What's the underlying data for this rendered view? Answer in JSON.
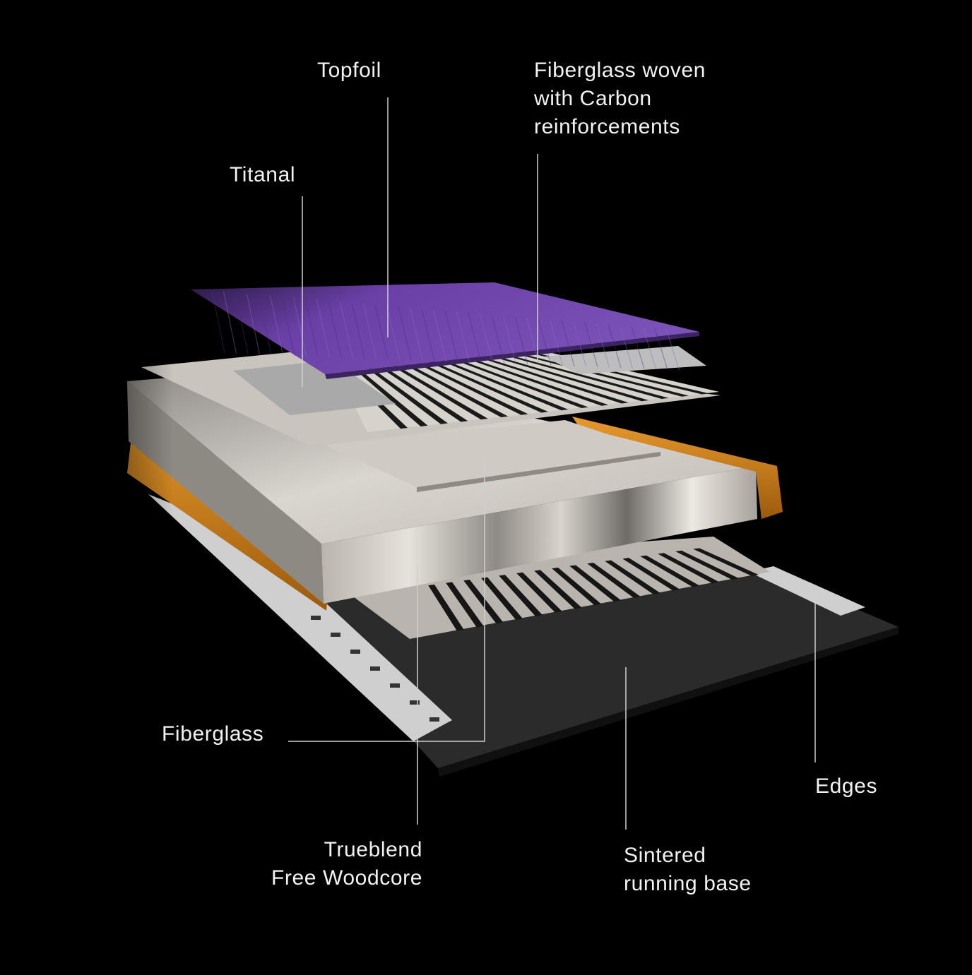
{
  "diagram": {
    "labels": {
      "topfoil": "Topfoil",
      "fiberglass_carbon": "Fiberglass woven\nwith Carbon\nreinforcements",
      "titanal": "Titanal",
      "fiberglass": "Fiberglass",
      "woodcore": "Trueblend\nFree Woodcore",
      "base": "Sintered\nrunning base",
      "edges": "Edges"
    },
    "colors": {
      "background": "#000000",
      "topfoil": "#6a3fa6",
      "titanal": "#9a9a9a",
      "edge_sidewall": "#c77a18",
      "running_base": "#2b2b2b",
      "leader_line": "#cfcfcf",
      "label_text": "#f2f2f2"
    }
  }
}
